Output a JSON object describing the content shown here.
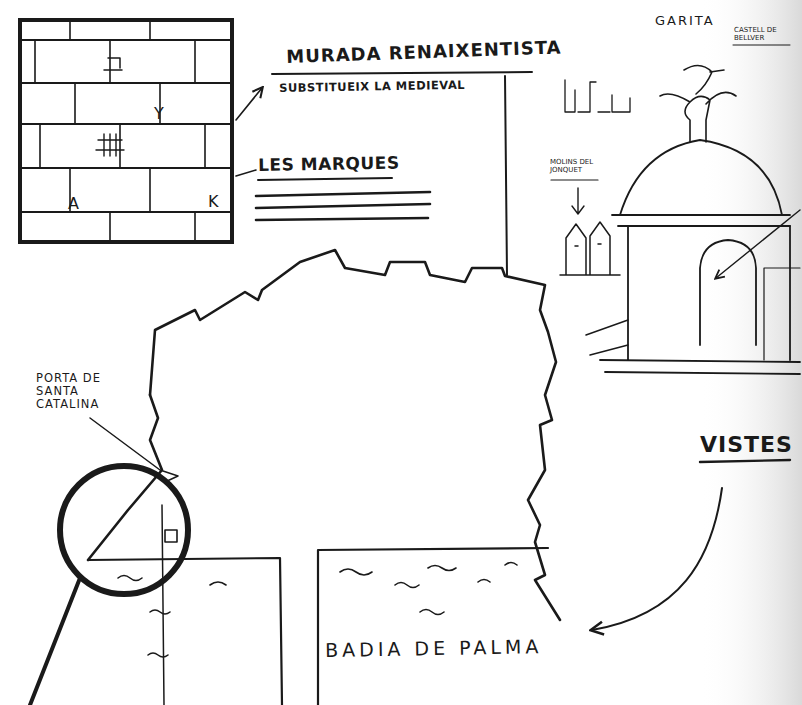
{
  "diagram": {
    "nodes": [
      {
        "text": [
          "Y",
          "A",
          "K"
        ]
      }
    ],
    "labels": [
      "MURADA RENAIXENTISTA",
      "SUBSTITUEIX LA MEDIEVAL",
      "LES MARQUES",
      "GARITA",
      "CASTELL DE BELLVER",
      "MOLINS DEL JONQUET",
      "PORTA DE SANTA CATALINA",
      "VISTES",
      "BADIA DE PALMA"
    ]
  }
}
